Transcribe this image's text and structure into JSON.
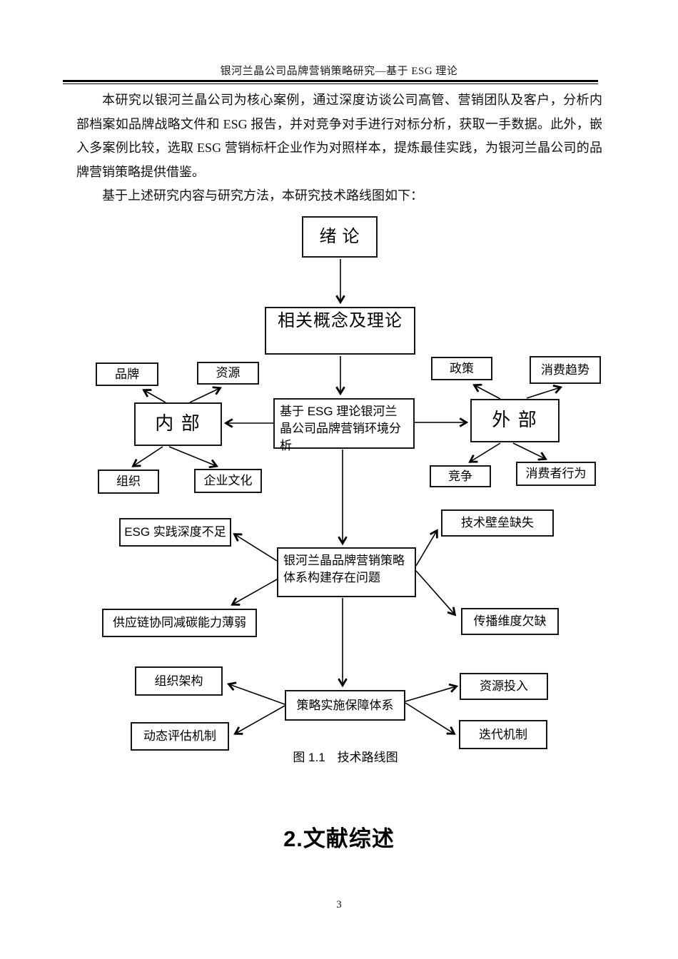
{
  "header": {
    "title": "银河兰晶公司品牌营销策略研究—基于 ESG 理论"
  },
  "body": {
    "paragraph1": "本研究以银河兰晶公司为核心案例，通过深度访谈公司高管、营销团队及客户，分析内部档案如品牌战略文件和 ESG 报告，并对竞争对手进行对标分析，获取一手数据。此外，嵌入多案例比较，选取 ESG 营销标杆企业作为对照样本，提炼最佳实践，为银河兰晶公司的品牌营销策略提供借鉴。",
    "paragraph2": "基于上述研究内容与研究方法，本研究技术路线图如下："
  },
  "flowchart": {
    "nodes": {
      "introduction": "绪 论",
      "concepts_theory": "相关概念及理论",
      "env_analysis": "基于 ESG 理论银河兰晶公司品牌营销环境分析",
      "internal": "内 部",
      "external": "外 部",
      "brand": "品牌",
      "resource": "资源",
      "organization": "组织",
      "corporate_culture": "企业文化",
      "policy": "政策",
      "consumption_trend": "消费趋势",
      "competition": "竞争",
      "consumer_behavior": "消费者行为",
      "esg_practice_gap": "ESG 实践深度不足",
      "tech_barrier_missing": "技术壁垒缺失",
      "problem": "银河兰晶品牌营销策略体系构建存在问题",
      "supply_chain_weak": "供应链协同减碳能力薄弱",
      "communication_gap": "传播维度欠缺",
      "org_structure": "组织架构",
      "resource_input": "资源投入",
      "guarantee_system": "策略实施保障体系",
      "dynamic_evaluation": "动态评估机制",
      "iteration_mechanism": "迭代机制"
    },
    "caption": "图 1.1　技术路线图"
  },
  "section_heading": "2.文献综述",
  "page_number": "3",
  "colors": {
    "ink": "#000000",
    "paper": "#ffffff"
  }
}
